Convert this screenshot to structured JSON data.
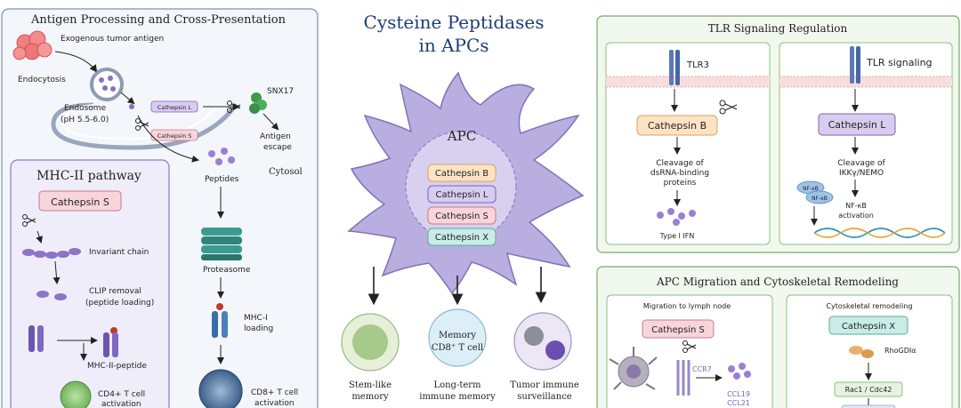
{
  "title": {
    "line1": "Cysteine Peptidases",
    "line2": "in APCs"
  },
  "panel_antigen": {
    "title": "Antigen Processing and Cross-Presentation",
    "exogenous": "Exogenous tumor antigen",
    "endocytosis": "Endocytosis",
    "endosome_1": "Endosome",
    "endosome_2": "(pH 5.5-6.0)",
    "cathepsin_l": "Cathepsin L",
    "cathepsin_s": "Cathepsin S",
    "snx17": "SNX17",
    "escape_1": "Antigen",
    "escape_2": "escape",
    "cytosol": "Cytosol",
    "peptides": "Peptides",
    "proteasome": "Proteasome",
    "mhc1_1": "MHC-I",
    "mhc1_2": "loading",
    "cd8_1": "CD8+ T cell",
    "cd8_2": "activation"
  },
  "panel_mhc2": {
    "title": "MHC-II pathway",
    "cathepsin": "Cathepsin S",
    "invariant": "Invariant chain",
    "clip_1": "CLIP removal",
    "clip_2": "(peptide loading)",
    "mhc2_peptide": "MHC-II-peptide",
    "cd4_1": "CD4+ T cell",
    "cd4_2": "activation"
  },
  "apc": {
    "label": "APC",
    "cathepsins": [
      "Cathepsin B",
      "Cathepsin L",
      "Cathepsin S",
      "Cathepsin X"
    ],
    "colors": [
      "#fde3c4",
      "#d8cdf0",
      "#f8d5da",
      "#c9ece6"
    ],
    "outcomes": [
      {
        "line1": "Stem-like",
        "line2": "memory"
      },
      {
        "line1": "Long-term",
        "line2": "immune memory"
      },
      {
        "line1": "Tumor immune",
        "line2": "surveillance"
      }
    ],
    "memory_cell_1": "Memory",
    "memory_cell_2": "CD8⁺ T cell"
  },
  "panel_tlr": {
    "title": "TLR Signaling Regulation",
    "tlr3": "TLR3",
    "cathepsin_b": "Cathepsin B",
    "cleavage_b_1": "Cleavage of",
    "cleavage_b_2": "dsRNA-binding",
    "cleavage_b_3": "proteins",
    "ifn": "Type I IFN",
    "tlr_signaling": "TLR signaling",
    "cathepsin_l": "Cathepsin L",
    "cleavage_l_1": "Cleavage of",
    "cleavage_l_2": "IKKγ/NEMO",
    "nfkb_chip": "NF-κB",
    "nfkb_1": "NF-κB",
    "nfkb_2": "activation"
  },
  "panel_migration": {
    "title": "APC Migration and Cytoskeletal Remodeling",
    "sub_left": "Migration to lymph node",
    "cathepsin_s": "Cathepsin S",
    "ccr7": "CCR7",
    "ccl19": "CCL19",
    "ccl21": "CCL21",
    "sub_right": "Cytoskeletal remodeling",
    "cathepsin_x": "Cathepsin X",
    "rhogdi": "RhoGDIα",
    "rac": "Rac1 / Cdc42"
  }
}
